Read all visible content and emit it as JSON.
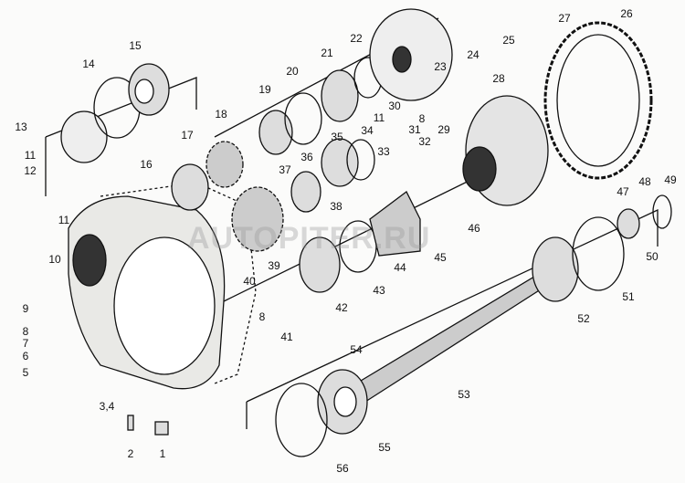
{
  "watermark": "AUTOPITER.RU",
  "labels": [
    "1",
    "2",
    "3,4",
    "5",
    "6",
    "7",
    "8",
    "9",
    "10",
    "11",
    "11",
    "12",
    "13",
    "14",
    "15",
    "16",
    "17",
    "18",
    "19",
    "20",
    "21",
    "22",
    "23",
    "24",
    "25",
    "26",
    "27",
    "28",
    "29",
    "30",
    "8",
    "11",
    "31",
    "32",
    "33",
    "34",
    "35",
    "36",
    "37",
    "38",
    "39",
    "40",
    "41",
    "8",
    "42",
    "43",
    "44",
    "45",
    "46",
    "47",
    "48",
    "49",
    "50",
    "51",
    "52",
    "53",
    "54",
    "55",
    "56"
  ]
}
